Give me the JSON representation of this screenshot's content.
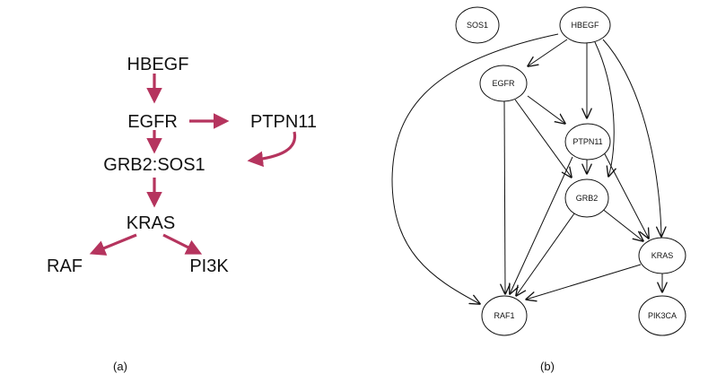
{
  "panel_a": {
    "caption": "(a)",
    "arrow_color": "#b5345e",
    "nodes": {
      "hbegf": "HBEGF",
      "egfr": "EGFR",
      "ptpn11": "PTPN11",
      "grb2_sos1": "GRB2:SOS1",
      "kras": "KRAS",
      "raf": "RAF",
      "pi3k": "PI3K"
    },
    "edges": [
      [
        "HBEGF",
        "EGFR"
      ],
      [
        "EGFR",
        "PTPN11"
      ],
      [
        "EGFR",
        "GRB2:SOS1"
      ],
      [
        "PTPN11",
        "GRB2:SOS1"
      ],
      [
        "GRB2:SOS1",
        "KRAS"
      ],
      [
        "KRAS",
        "RAF"
      ],
      [
        "KRAS",
        "PI3K"
      ]
    ]
  },
  "panel_b": {
    "caption": "(b)",
    "nodes": {
      "sos1": "SOS1",
      "hbegf": "HBEGF",
      "egfr": "EGFR",
      "ptpn11": "PTPN11",
      "grb2": "GRB2",
      "kras": "KRAS",
      "raf1": "RAF1",
      "pik3ca": "PIK3CA"
    },
    "edges": [
      [
        "HBEGF",
        "EGFR"
      ],
      [
        "HBEGF",
        "PTPN11"
      ],
      [
        "HBEGF",
        "GRB2"
      ],
      [
        "HBEGF",
        "KRAS"
      ],
      [
        "HBEGF",
        "RAF1"
      ],
      [
        "EGFR",
        "PTPN11"
      ],
      [
        "EGFR",
        "GRB2"
      ],
      [
        "EGFR",
        "RAF1"
      ],
      [
        "PTPN11",
        "GRB2"
      ],
      [
        "PTPN11",
        "KRAS"
      ],
      [
        "PTPN11",
        "RAF1"
      ],
      [
        "GRB2",
        "KRAS"
      ],
      [
        "GRB2",
        "RAF1"
      ],
      [
        "KRAS",
        "RAF1"
      ],
      [
        "KRAS",
        "PIK3CA"
      ]
    ]
  }
}
